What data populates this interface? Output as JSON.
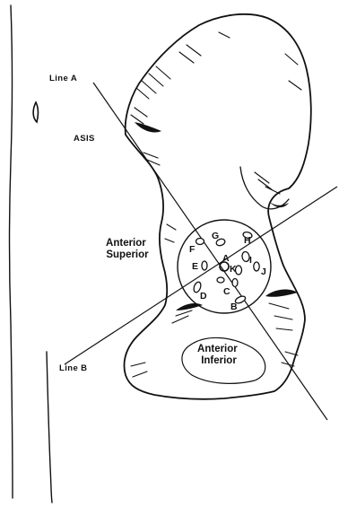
{
  "labels": {
    "line_a": "Line A",
    "line_b": "Line B",
    "asis": "ASIS",
    "anterior_superior": [
      "Anterior",
      "Superior"
    ],
    "anterior_inferior": [
      "Anterior",
      "Inferior"
    ]
  },
  "points": [
    "A",
    "B",
    "C",
    "D",
    "E",
    "F",
    "G",
    "H",
    "I",
    "J",
    "K"
  ],
  "colors": {
    "ink": "#111111",
    "paper": "#ffffff"
  }
}
